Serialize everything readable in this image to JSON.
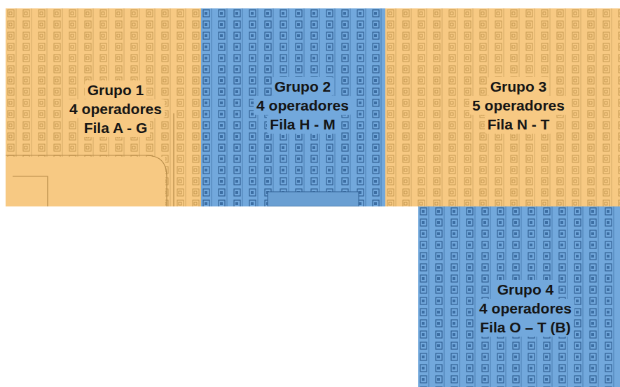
{
  "diagram": {
    "nodes": [
      {
        "text": [
          "Grupo 1",
          "4 operadores",
          "Fila A - G"
        ]
      },
      {
        "text": [
          "Grupo 2",
          "4 operadores",
          "Fila H - M"
        ]
      },
      {
        "text": [
          "Grupo 3",
          "5 operadores",
          "Fila N - T"
        ]
      },
      {
        "text": [
          "Grupo 4",
          "4 operadores",
          "Fila O – T (B)"
        ]
      }
    ]
  }
}
